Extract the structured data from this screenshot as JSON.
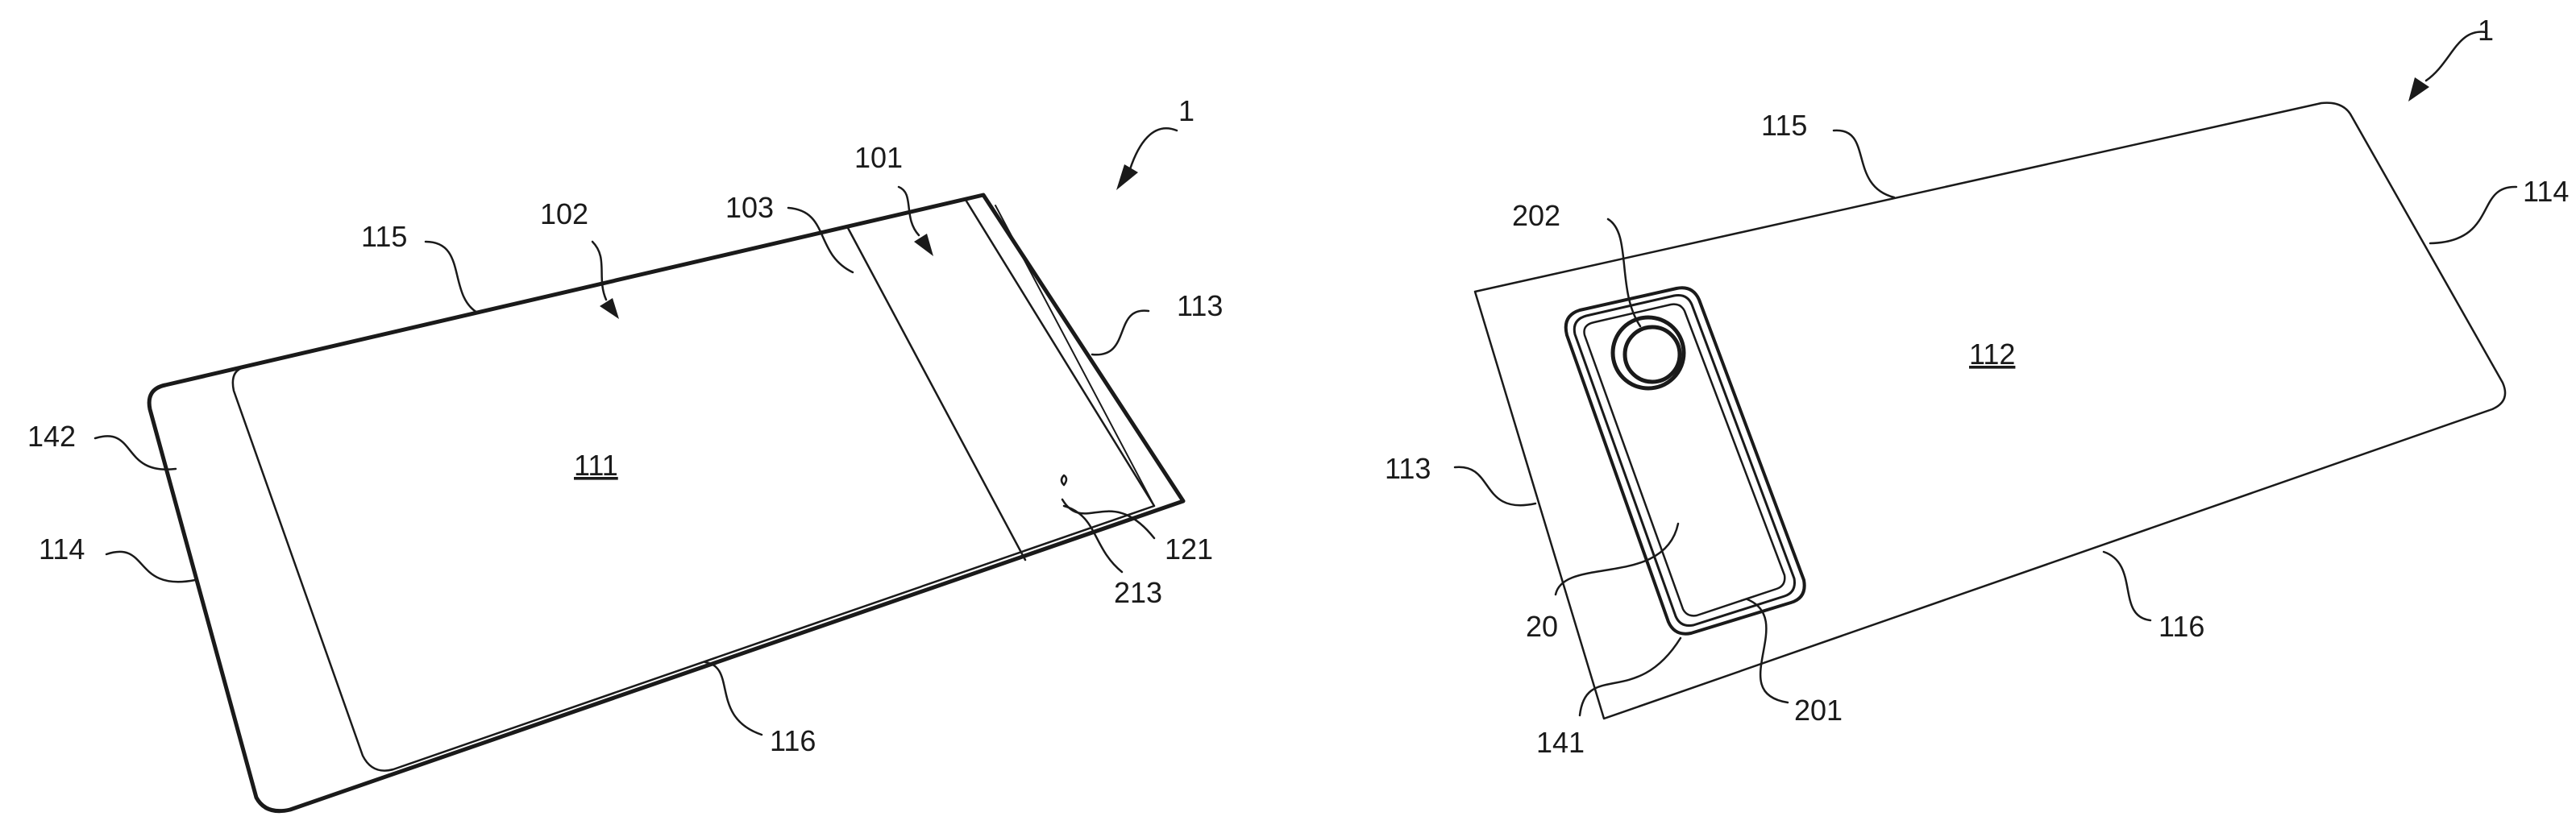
{
  "figures": {
    "left": {
      "device_ref": "1",
      "face_ref": "111",
      "callouts": {
        "top_region": "101",
        "main_region": "102",
        "divider": "103",
        "right_edge": "113",
        "left_edge": "114",
        "top_edge": "115",
        "bottom_edge": "116",
        "left_strip": "142",
        "hole": "121",
        "hole_edge": "213"
      }
    },
    "right": {
      "device_ref": "1",
      "face_ref": "112",
      "callouts": {
        "top_edge": "115",
        "right_edge": "114",
        "left_edge": "113",
        "bottom_edge": "116",
        "lens": "202",
        "module": "20",
        "module_inner": "201",
        "module_base": "141"
      }
    }
  }
}
